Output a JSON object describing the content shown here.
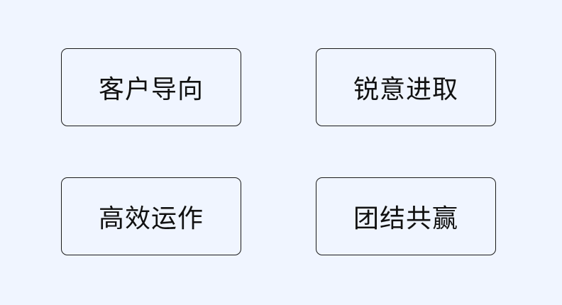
{
  "values": [
    {
      "label": "客户导向"
    },
    {
      "label": "锐意进取"
    },
    {
      "label": "高效运作"
    },
    {
      "label": "团结共赢"
    }
  ],
  "colors": {
    "background": "#f0f5ff",
    "border": "#1a1a1a",
    "text": "#111111"
  }
}
